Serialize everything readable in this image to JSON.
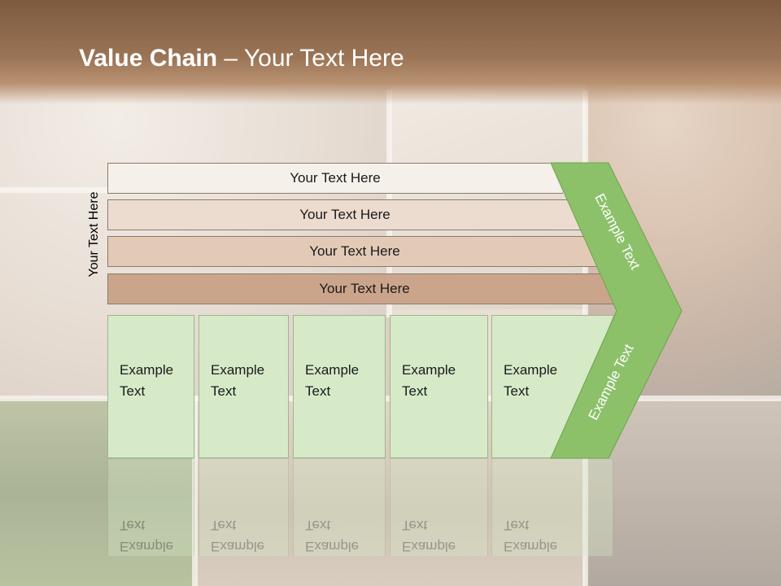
{
  "title": {
    "bold": "Value Chain",
    "rest": " – Your Text Here"
  },
  "side_label": "Your Text Here",
  "support_bars": [
    "Your Text Here",
    "Your Text Here",
    "Your Text Here",
    "Your Text Here"
  ],
  "support_colors": [
    "#f6f0ea",
    "#ecdcd0",
    "#e2cab6",
    "#cba58b"
  ],
  "primary_boxes": [
    {
      "line1": "Example",
      "line2": "Text"
    },
    {
      "line1": "Example",
      "line2": "Text"
    },
    {
      "line1": "Example",
      "line2": "Text"
    },
    {
      "line1": "Example",
      "line2": "Text"
    },
    {
      "line1": "Example",
      "line2": "Text"
    }
  ],
  "margin": {
    "upper": "Example Text",
    "lower": "Example Text"
  },
  "colors": {
    "margin_green": "#8cc16a",
    "box_green": "#d6eac8"
  }
}
